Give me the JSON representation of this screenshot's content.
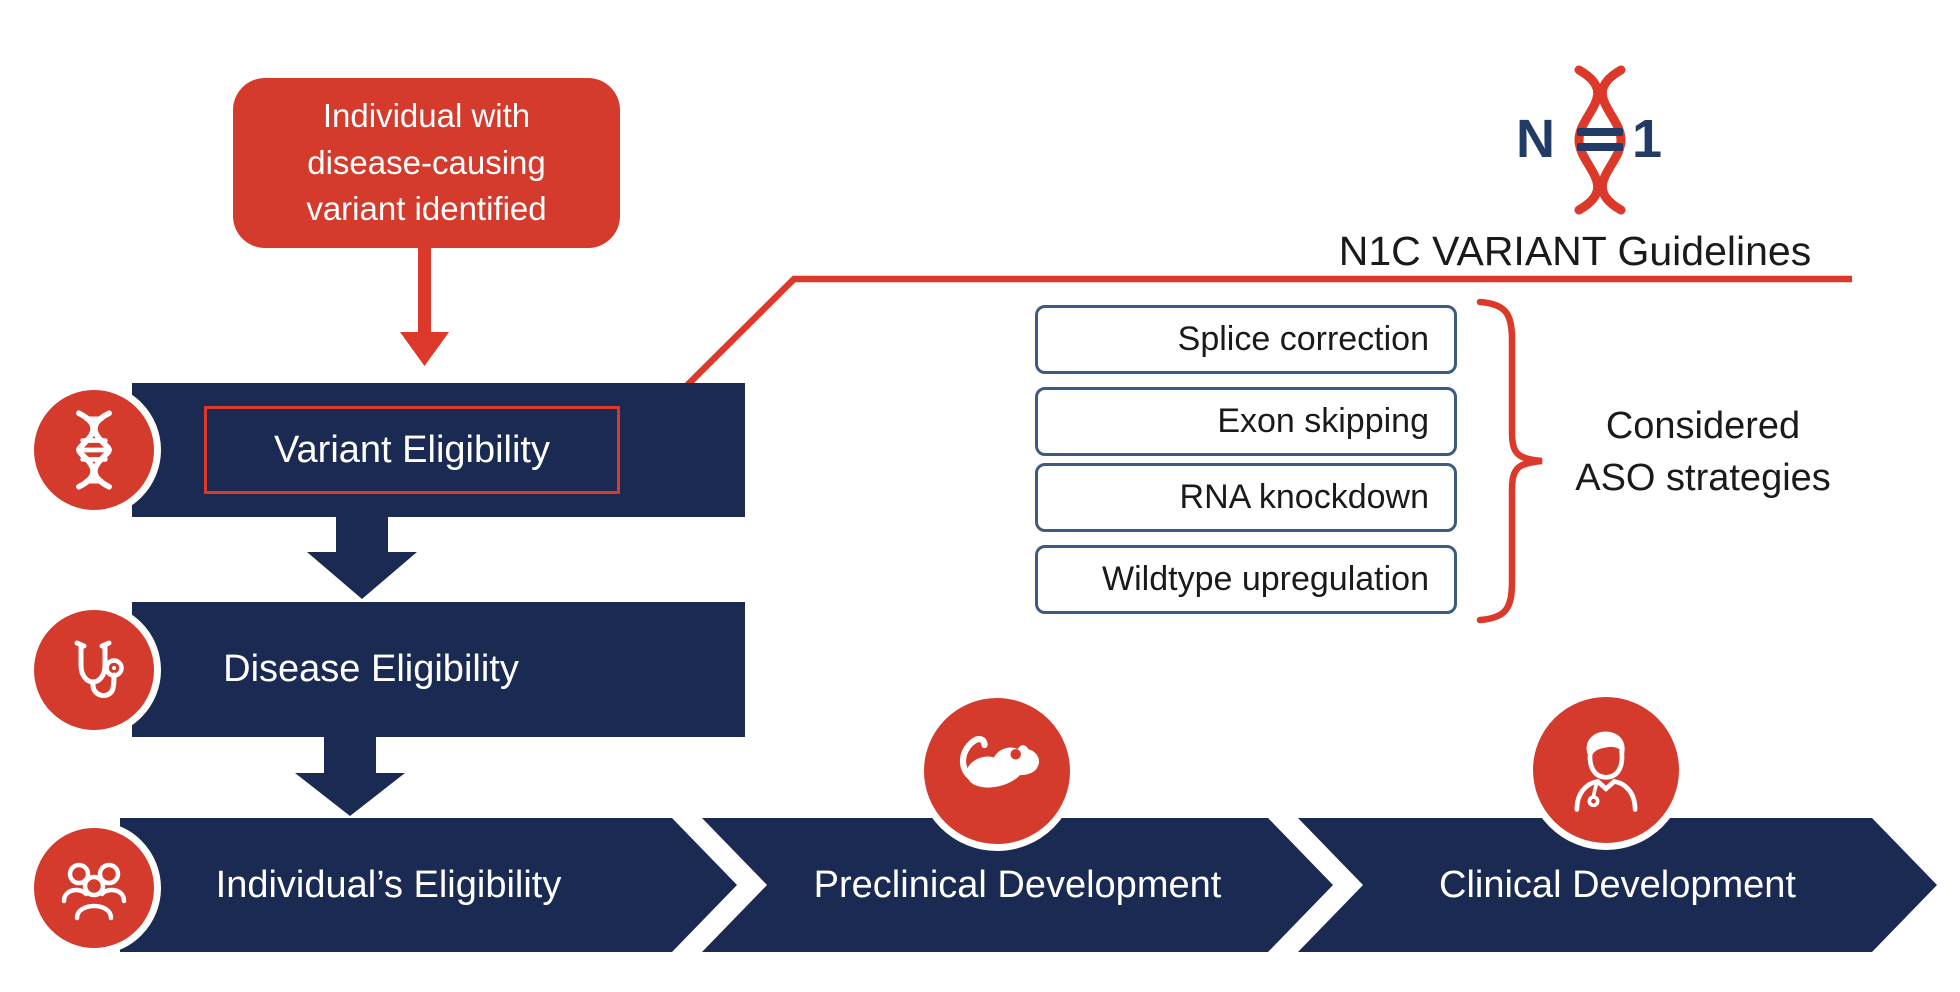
{
  "colors": {
    "red_fill": "#D43B2D",
    "red_line": "#DC392A",
    "navy_banner": "#1B2A52",
    "navy_logo": "#213A66",
    "strategy_border": "#3E5A82",
    "text_dark": "#1a1a1a",
    "text_light": "#ffffff"
  },
  "start_node": {
    "line1": "Individual with",
    "line2": "disease-causing",
    "line3": "variant identified"
  },
  "logo": {
    "n": "N",
    "one": "1",
    "caption": "N1C VARIANT Guidelines"
  },
  "strategies": {
    "box1": "Splice correction",
    "box2": "Exon skipping",
    "box3": "RNA knockdown",
    "box4": "Wildtype upregulation",
    "label_line1": "Considered",
    "label_line2": "ASO strategies"
  },
  "pipeline": {
    "variant": "Variant Eligibility",
    "disease": "Disease Eligibility",
    "individual": "Individual’s Eligibility",
    "preclinical": "Preclinical Development",
    "clinical": "Clinical Development"
  },
  "icons": {
    "start_arrow": "red-down-arrow",
    "flow_arrows": "navy-down-arrow",
    "circle1": "dna-helix-icon",
    "circle2": "stethoscope-icon",
    "circle3": "people-group-icon",
    "circle4": "mouse-icon",
    "circle5": "doctor-icon",
    "logo_icon": "dna-helix-logo-icon",
    "brace": "curly-brace"
  }
}
